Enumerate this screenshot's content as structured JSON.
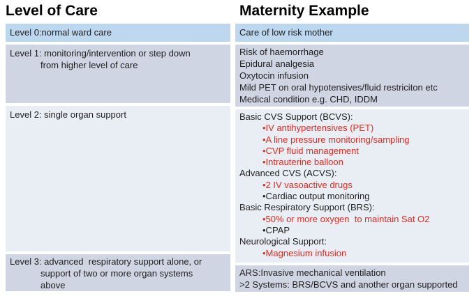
{
  "colors": {
    "row_blue": "#BDD7EE",
    "row_gray": "#CFD5E3",
    "row_light": "#E9EDF4",
    "bullet_red": "#E52B20",
    "text": "#1F1F1F",
    "background": "#FFFFFF"
  },
  "left": {
    "title": "Level of Care",
    "rows": [
      {
        "name": "level-0",
        "lines": [
          {
            "text": "Level 0:normal ward care"
          }
        ]
      },
      {
        "name": "level-1",
        "lines": [
          {
            "text": "Level 1: monitoring/intervention or step down"
          },
          {
            "text": "from higher level of care",
            "wrap": true
          }
        ]
      },
      {
        "name": "level-2",
        "lines": [
          {
            "text": "Level 2: single organ support"
          }
        ]
      },
      {
        "name": "level-3",
        "lines": [
          {
            "text": "Level 3: advanced  respiratory support alone, or"
          },
          {
            "text": "support of two or more organ systems",
            "wrap": true
          },
          {
            "text": "above",
            "wrap": true
          }
        ]
      }
    ]
  },
  "right": {
    "title": "Maternity Example",
    "rows": [
      {
        "name": "maternity-level-0",
        "lines": [
          {
            "text": "Care of low risk mother"
          }
        ]
      },
      {
        "name": "maternity-level-1",
        "lines": [
          {
            "text": "Risk of haemorrhage"
          },
          {
            "text": "Epidural analgesia"
          },
          {
            "text": "Oxytocin infusion"
          },
          {
            "text": "Mild PET on oral hypotensives/fluid restriciton etc"
          },
          {
            "text": "Medical condition e.g. CHD, IDDM"
          }
        ]
      },
      {
        "name": "maternity-level-2",
        "lines": [
          {
            "text": "Basic CVS Support (BCVS):"
          },
          {
            "text": "•IV antihypertensives (PET)",
            "red": true,
            "indent": true
          },
          {
            "text": "•A line pressure monitoring/sampling",
            "red": true,
            "indent": true
          },
          {
            "text": "•CVP fluid management",
            "red": true,
            "indent": true
          },
          {
            "text": "•Intrauterine balloon",
            "red": true,
            "indent": true
          },
          {
            "text": "Advanced CVS (ACVS):"
          },
          {
            "text": "•2 IV vasoactive drugs",
            "red": true,
            "indent": true
          },
          {
            "text": "•Cardiac output monitoring",
            "indent": true
          },
          {
            "text": "Basic Respiratory Support (BRS):"
          },
          {
            "text": "•50% or more oxygen  to maintain Sat O2",
            "red": true,
            "indent": true
          },
          {
            "text": "•CPAP",
            "indent": true
          },
          {
            "text": "Neurological Support:"
          },
          {
            "text": "•Magnesium infusion",
            "red": true,
            "indent": true
          }
        ]
      },
      {
        "name": "maternity-level-3",
        "lines": [
          {
            "text": "ARS:Invasive mechanical ventilation"
          },
          {
            "text": ">2 Systems: BRS/BCVS and another organ supported"
          }
        ]
      }
    ]
  }
}
